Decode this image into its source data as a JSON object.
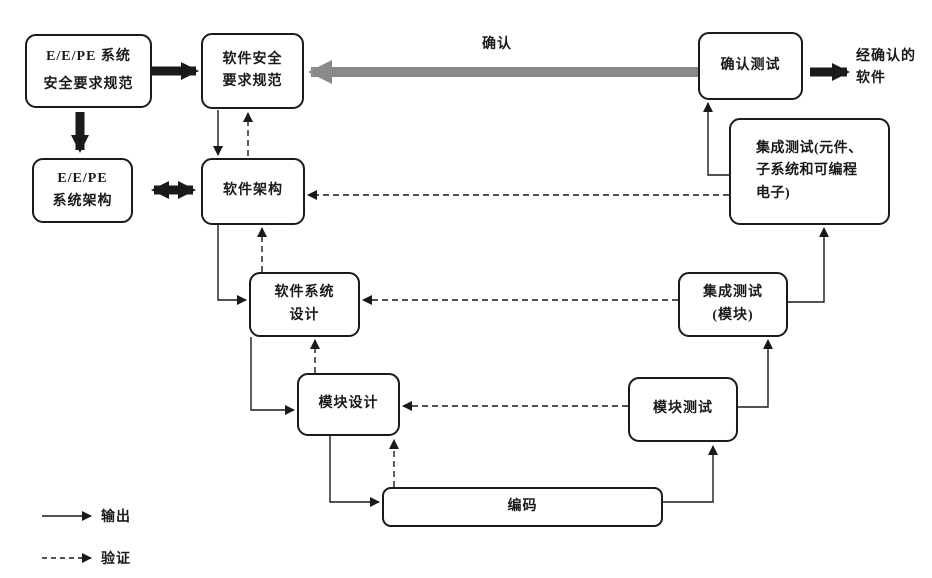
{
  "diagram": {
    "nodes": {
      "eepe_req": {
        "label": "E/E/PE 系统\n安全要求规范"
      },
      "eepe_arch": {
        "label": "E/E/PE\n系统架构"
      },
      "sw_safety_req": {
        "label": "软件安全\n要求规范"
      },
      "sw_arch": {
        "label": "软件架构"
      },
      "sw_sys_design": {
        "label": "软件系统\n设计"
      },
      "module_design": {
        "label": "模块设计"
      },
      "coding": {
        "label": "编码"
      },
      "module_test": {
        "label": "模块测试"
      },
      "int_test_module": {
        "label": "集成测试\n(模块)"
      },
      "int_test_pe": {
        "label": "集成测试(元件、\n子系统和可编程\n电子)"
      },
      "validation_test": {
        "label": "确认测试"
      },
      "validated_software": {
        "label": "经确认的\n软件"
      }
    },
    "labels": {
      "validation_arrow": "确认"
    },
    "legend": {
      "output": "输出",
      "verify": "验证"
    },
    "colors": {
      "line": "#1a1a1a",
      "validation_arrow": "#8a8a8a",
      "box_fill": "#ffffff",
      "background": "#ffffff"
    }
  }
}
